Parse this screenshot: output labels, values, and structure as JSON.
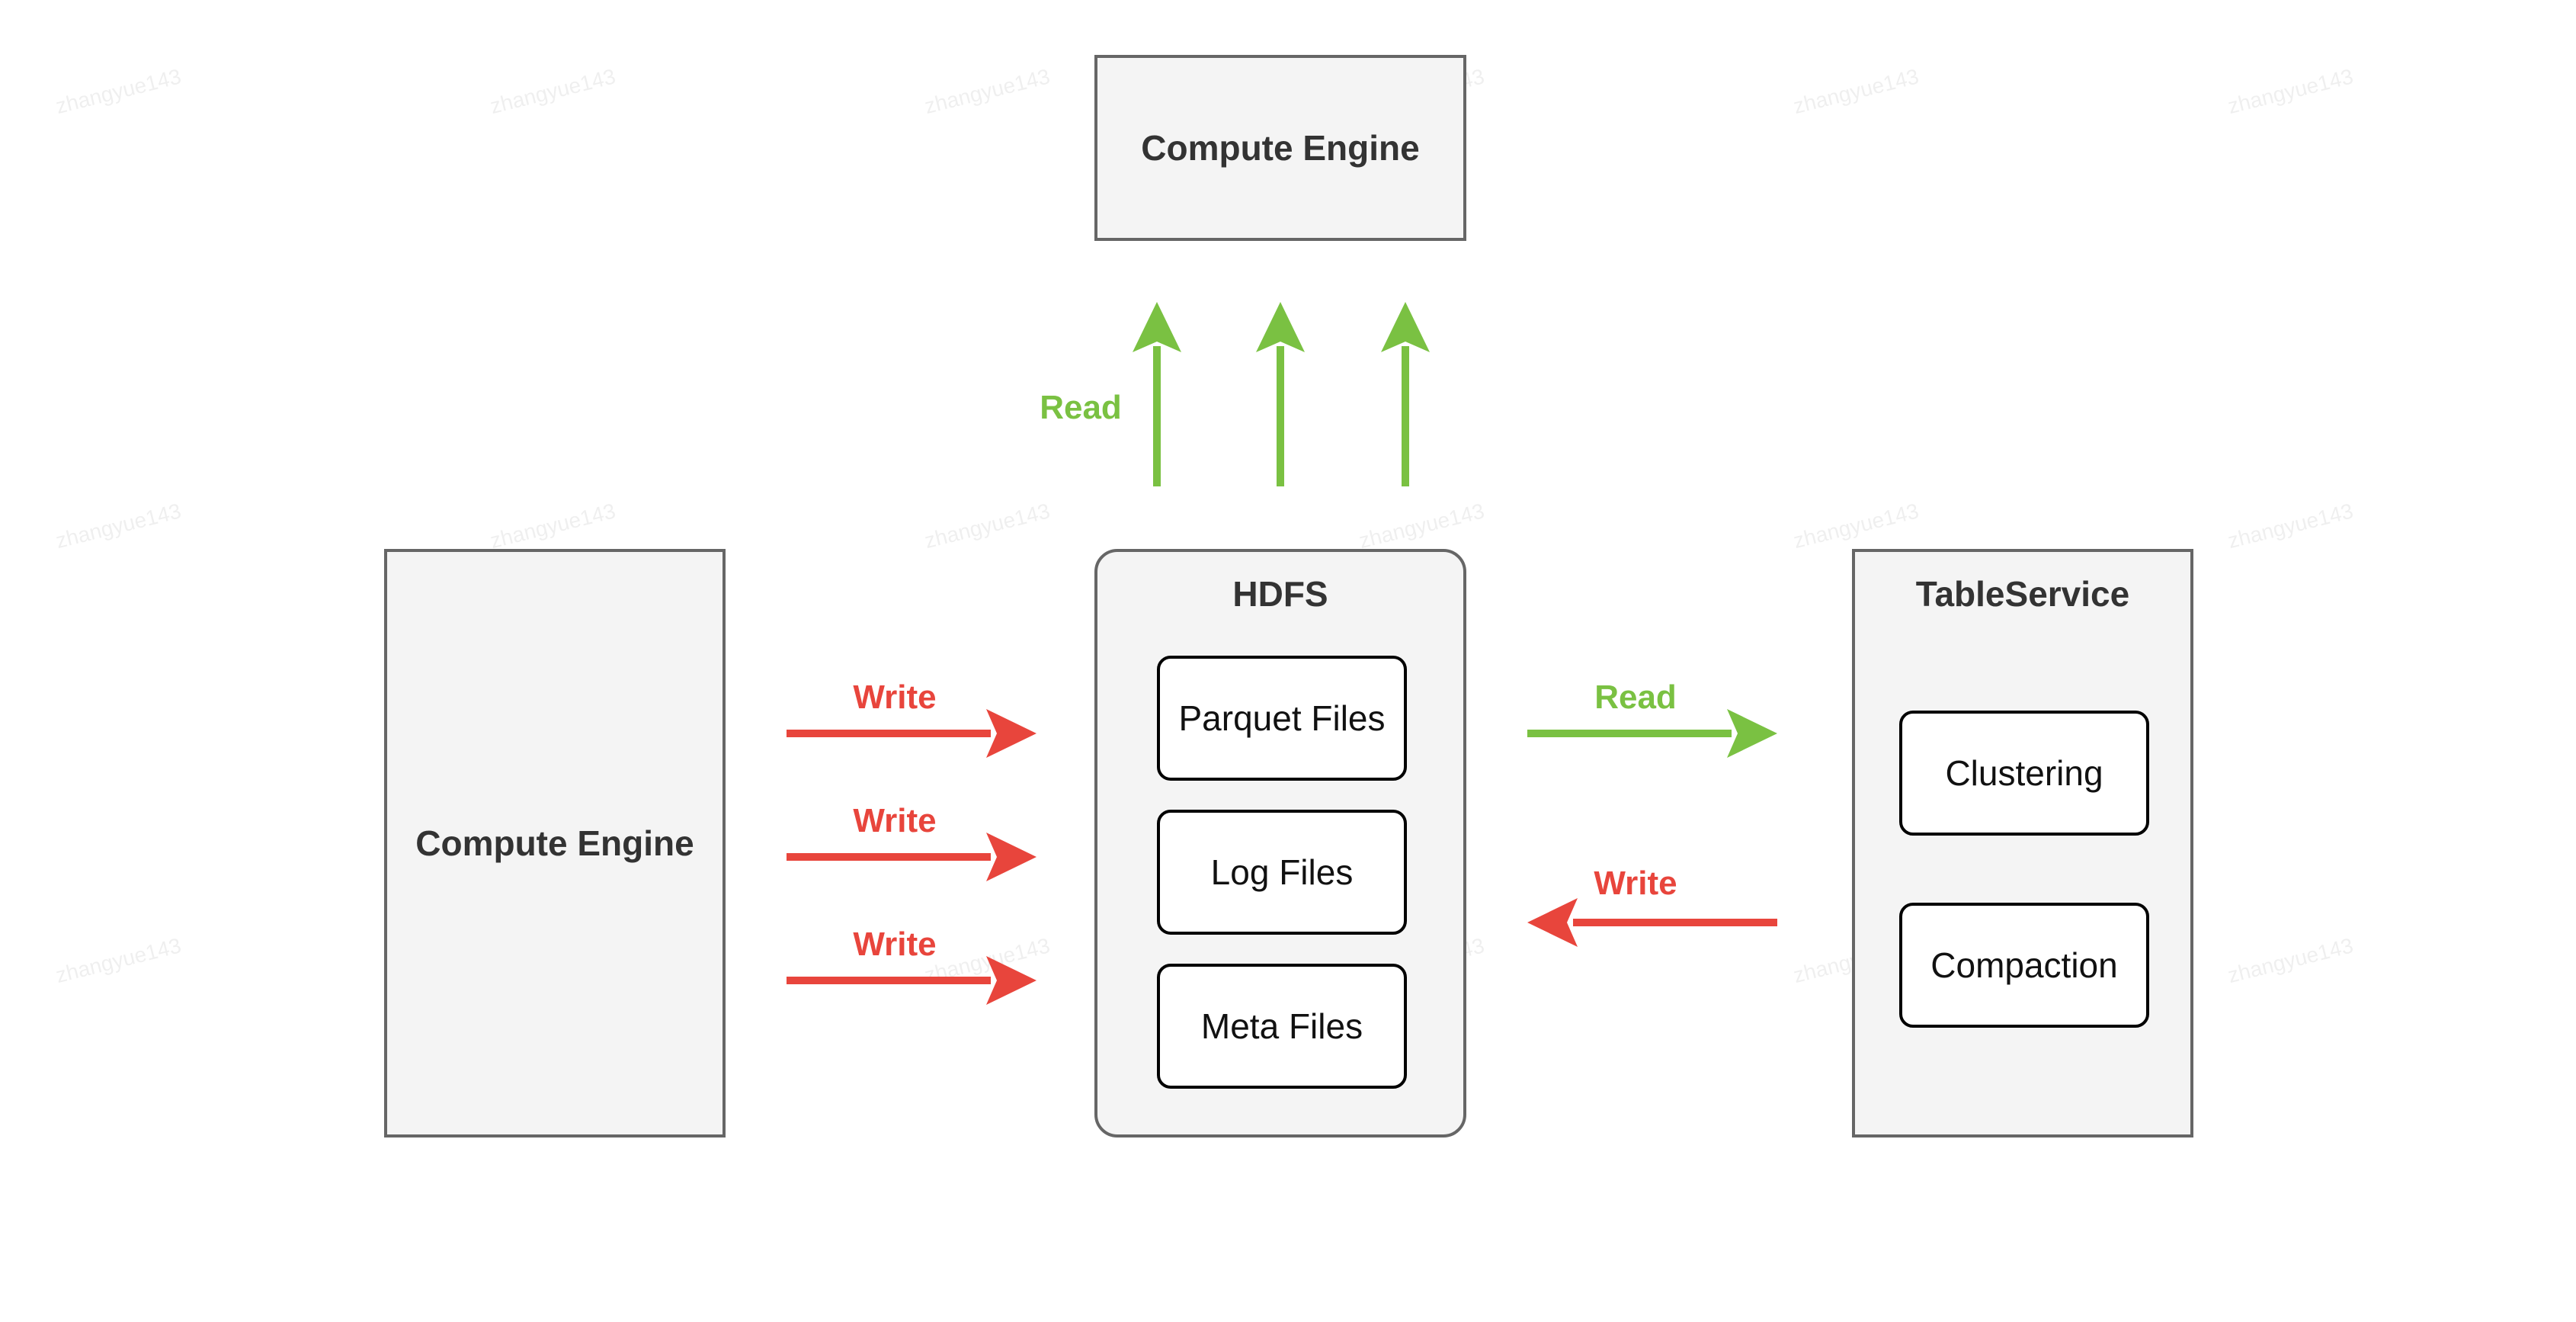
{
  "watermark": "zhangyue143",
  "colors": {
    "write": "#e8453c",
    "read": "#7ac142",
    "box_border": "#666666",
    "box_fill": "#f4f4f4"
  },
  "nodes": {
    "compute_engine_top": "Compute Engine",
    "compute_engine_left": "Compute Engine",
    "hdfs": {
      "title": "HDFS",
      "items": [
        "Parquet Files",
        "Log Files",
        "Meta Files"
      ]
    },
    "table_service": {
      "title": "TableService",
      "items": [
        "Clustering",
        "Compaction"
      ]
    }
  },
  "edges": {
    "read_up_label": "Read",
    "write_left_labels": [
      "Write",
      "Write",
      "Write"
    ],
    "read_right_label": "Read",
    "write_back_label": "Write"
  }
}
